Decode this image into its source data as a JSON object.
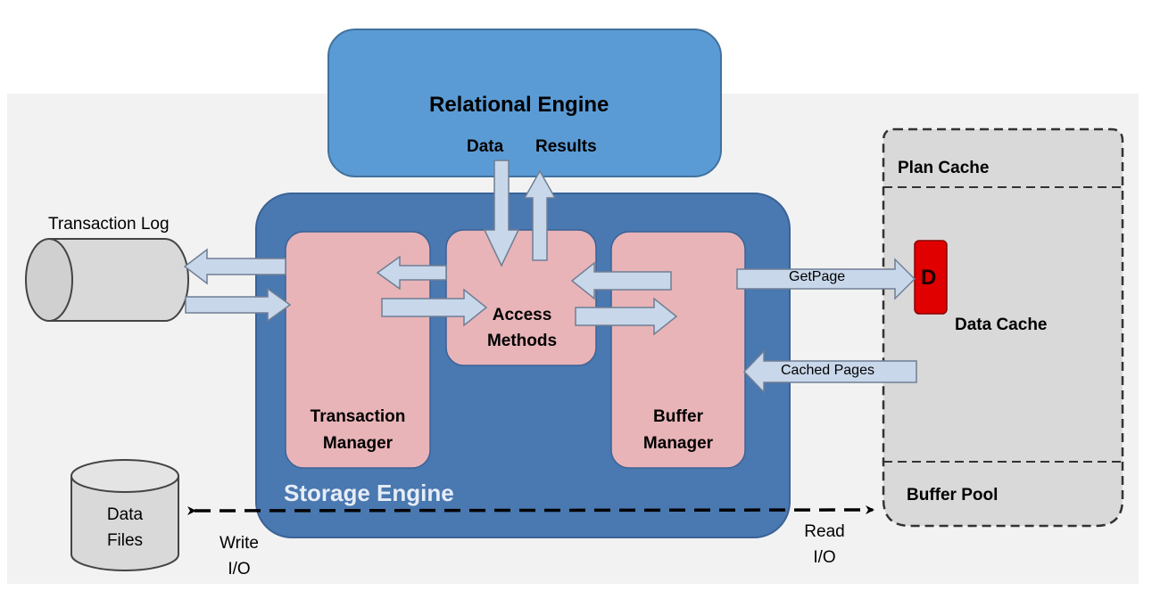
{
  "relational_engine": {
    "title": "Relational Engine",
    "data_label": "Data",
    "results_label": "Results"
  },
  "storage_engine": {
    "title": "Storage Engine"
  },
  "components": {
    "transaction_manager": "Transaction\nManager",
    "access_methods": "Access\nMethods",
    "buffer_manager": "Buffer\nManager"
  },
  "transaction_log": {
    "label": "Transaction Log"
  },
  "data_files": {
    "label": "Data\nFiles"
  },
  "buffer_pool": {
    "plan_cache": "Plan Cache",
    "data_cache": "Data Cache",
    "buffer_pool": "Buffer Pool",
    "page_marker": "D"
  },
  "arrows": {
    "get_page": "GetPage",
    "cached_pages": "Cached Pages",
    "write_io": "Write\nI/O",
    "read_io": "Read\nI/O"
  },
  "colors": {
    "relational_engine": "#5b9bd5",
    "storage_engine": "#4a78b0",
    "component": "#e8b4b8",
    "arrow": "#c9d7ea",
    "cache_bg": "#d9d9d9",
    "page_marker": "#e00000"
  }
}
